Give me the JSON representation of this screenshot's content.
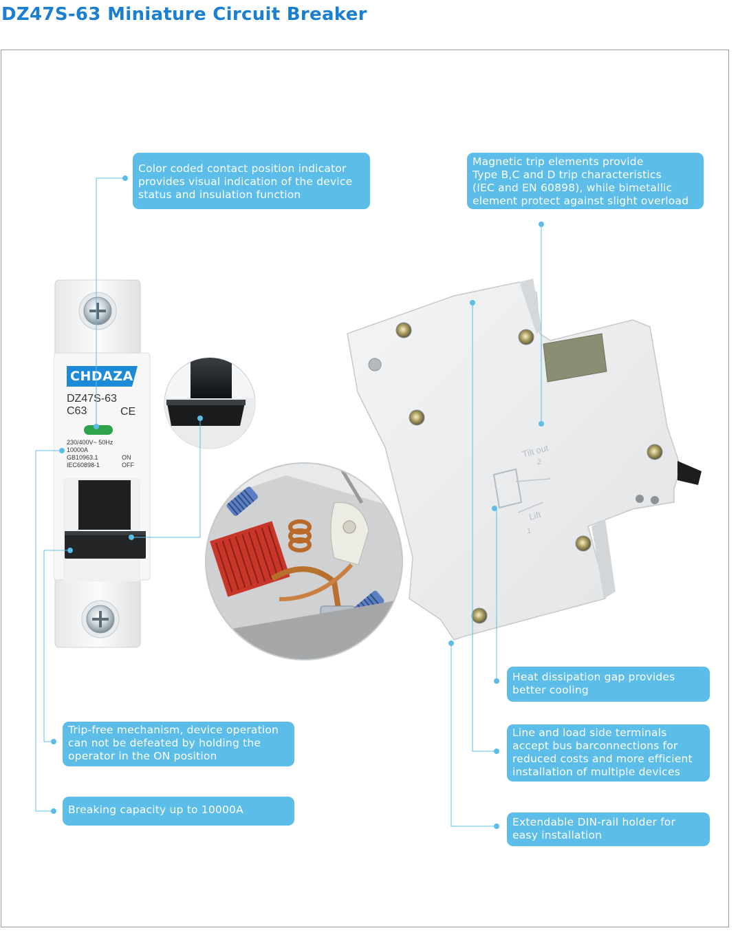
{
  "title": "DZ47S-63 Miniature Circuit Breaker",
  "colors": {
    "title": "#1a7fd1",
    "callout_bg": "#5bbde8",
    "callout_text": "#ffffff",
    "leader_line": "#5bbde8"
  },
  "breaker_label": {
    "brand": "CHDAZA",
    "model": "DZ47S-63",
    "rating": "C63",
    "ce_mark": "CE",
    "voltage": "230/400V~ 50Hz",
    "capacity": "10000A",
    "standard_1": "GB10963.1",
    "standard_2": "IEC60898-1",
    "on_label": "ON",
    "off_label": "OFF"
  },
  "side_markings": {
    "tilt_out": "Tilt out",
    "lift": "Lift",
    "step_1": "1",
    "step_2": "2"
  },
  "callouts": {
    "indicator": {
      "lines": [
        "Color coded contact position indicator",
        "provides visual indication of the device",
        "status and insulation function"
      ]
    },
    "magnetic": {
      "lines": [
        "Magnetic trip elements provide",
        "Type B,C and D trip characteristics",
        "(IEC and EN 60898), while bimetallic",
        "element protect against slight overload"
      ]
    },
    "heat": {
      "lines": [
        "Heat dissipation gap provides",
        "better cooling"
      ]
    },
    "terminals": {
      "lines": [
        "Line and load side terminals",
        "accept bus barconnections for",
        "reduced costs and more efficient",
        "installation of multiple devices"
      ]
    },
    "trip_free": {
      "lines": [
        "Trip-free mechanism, device operation",
        "can not be defeated by holding the",
        "operator in the ON position"
      ]
    },
    "breaking": {
      "lines": [
        "Breaking capacity up to 10000A"
      ]
    },
    "din": {
      "lines": [
        "Extendable DIN-rail holder for",
        "easy installation"
      ]
    }
  }
}
